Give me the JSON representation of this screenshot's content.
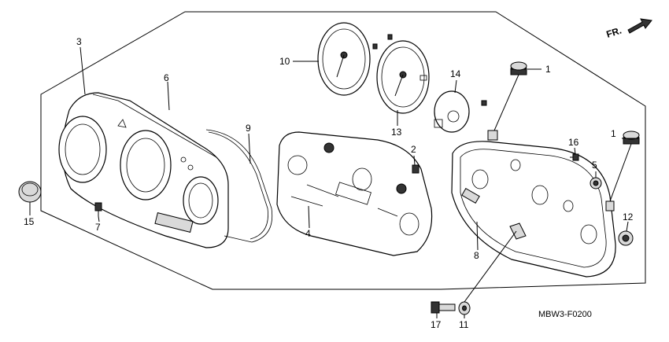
{
  "diagram": {
    "code": "MBW3-F0200",
    "direction": "FR.",
    "callouts": [
      "1",
      "1",
      "2",
      "3",
      "4",
      "5",
      "6",
      "7",
      "8",
      "9",
      "10",
      "11",
      "12",
      "13",
      "14",
      "15",
      "16",
      "17"
    ]
  }
}
